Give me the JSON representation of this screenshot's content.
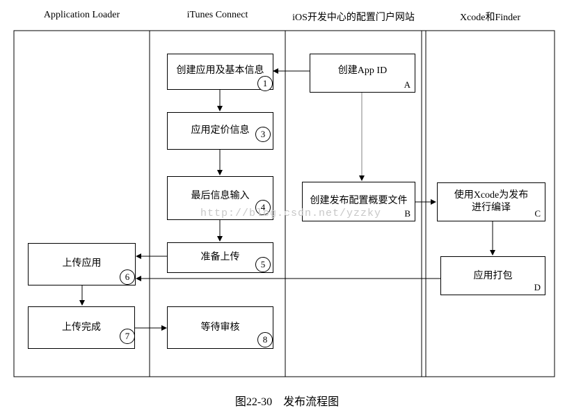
{
  "lanes": {
    "loader": "Application Loader",
    "itunes": "iTunes Connect",
    "ios": "iOS开发中心的配置门户网站",
    "xcode": "Xcode和Finder"
  },
  "boxes": {
    "create_app": {
      "label": "创建应用及基本信息",
      "number": "1"
    },
    "pricing": {
      "label": "应用定价信息",
      "number": "3"
    },
    "final_info": {
      "label": "最后信息输入",
      "number": "4"
    },
    "prepare_upload": {
      "label": "准备上传",
      "number": "5"
    },
    "wait_review": {
      "label": "等待审核",
      "number": "8"
    },
    "create_app_id": {
      "label": "创建App ID",
      "letter": "A"
    },
    "create_profile": {
      "label": "创建发布配置概要文件",
      "letter": "B"
    },
    "xcode_compile": {
      "label_line1": "使用Xcode为发布",
      "label_line2": "进行编译",
      "letter": "C"
    },
    "package_app": {
      "label": "应用打包",
      "letter": "D"
    },
    "upload_app": {
      "label": "上传应用",
      "number": "6"
    },
    "upload_done": {
      "label": "上传完成",
      "number": "7"
    }
  },
  "watermark": "http://blog.csdn.net/yzzky",
  "caption": "图22-30　发布流程图"
}
